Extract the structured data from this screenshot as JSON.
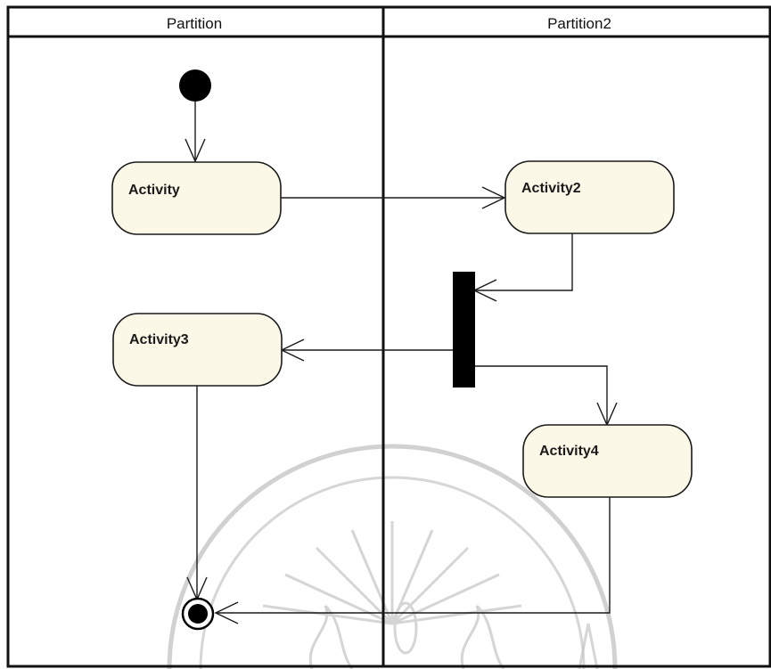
{
  "diagram": {
    "type": "uml-activity",
    "partitions": [
      {
        "id": "p1",
        "label": "Partition"
      },
      {
        "id": "p2",
        "label": "Partition2"
      }
    ],
    "nodes": [
      {
        "id": "initial",
        "kind": "initial",
        "partition": "p1"
      },
      {
        "id": "a1",
        "kind": "activity",
        "label": "Activity",
        "partition": "p1"
      },
      {
        "id": "a2",
        "kind": "activity",
        "label": "Activity2",
        "partition": "p2"
      },
      {
        "id": "fork",
        "kind": "fork",
        "partition": "p2"
      },
      {
        "id": "a3",
        "kind": "activity",
        "label": "Activity3",
        "partition": "p1"
      },
      {
        "id": "a4",
        "kind": "activity",
        "label": "Activity4",
        "partition": "p2"
      },
      {
        "id": "final",
        "kind": "final",
        "partition": "p1"
      }
    ],
    "edges": [
      {
        "from": "initial",
        "to": "a1"
      },
      {
        "from": "a1",
        "to": "a2"
      },
      {
        "from": "a2",
        "to": "fork"
      },
      {
        "from": "fork",
        "to": "a3"
      },
      {
        "from": "fork",
        "to": "a4"
      },
      {
        "from": "a3",
        "to": "final"
      },
      {
        "from": "a4",
        "to": "final"
      }
    ],
    "colors": {
      "activity_fill": "#fcf8e8",
      "stroke": "#1a1a1a",
      "node_fill": "#000000",
      "watermark": "#bdbdbd"
    }
  }
}
